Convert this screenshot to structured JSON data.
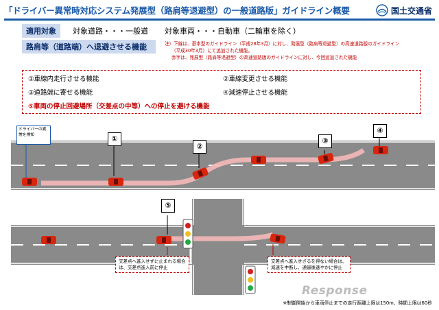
{
  "header": {
    "title": "「ドライバー異常時対応システム発展型（路肩等退避型）の一般道路版」ガイドライン概要",
    "org": "国土交通省"
  },
  "scope": {
    "label": "適用対象",
    "road": "対象道路・・・一般道",
    "vehicle": "対象車両・・・自動車（二輪車を除く）"
  },
  "section": {
    "label": "路肩等（道路端）へ退避させる機能"
  },
  "notes": [
    "注）下線は、基本型のガイドライン（平成28年3月）に対し、発展型（路肩等退避型）の高速道路版のガイドライン",
    "（平成30年3月）にて追加された機能。",
    "赤字は、発展型（路肩等退避型）の高速道路版のガイドラインに対し、今回追加された機能"
  ],
  "functions": [
    "①車線内走行させる機能",
    "②車線変更させる機能",
    "③道路端に寄せる機能",
    "④減速停止させる機能",
    "⑤車両の停止回避場所（交差点の中等）への停止を避ける機能"
  ],
  "diagram": {
    "detect_label": "ドライバーの異常を検知",
    "markers": [
      "①",
      "②",
      "③",
      "④",
      "⑤"
    ],
    "callout_left": [
      "交差点へ進入せずに止まれる場合",
      "は、交差点進入前に停止"
    ],
    "callout_right": [
      "交差点へ進入せざるを得ない場合は、",
      "減速を中断し、通過後速やかに停止"
    ]
  },
  "footnote": "※制御開始から車両停止までの走行距離上限は150m、時間上限は60秒",
  "watermark": "Response",
  "colors": {
    "brand_blue": "#1a5aa8",
    "accent_red": "#c00000",
    "road_gray": "#8a8a8a",
    "car_red": "#d8260e"
  }
}
